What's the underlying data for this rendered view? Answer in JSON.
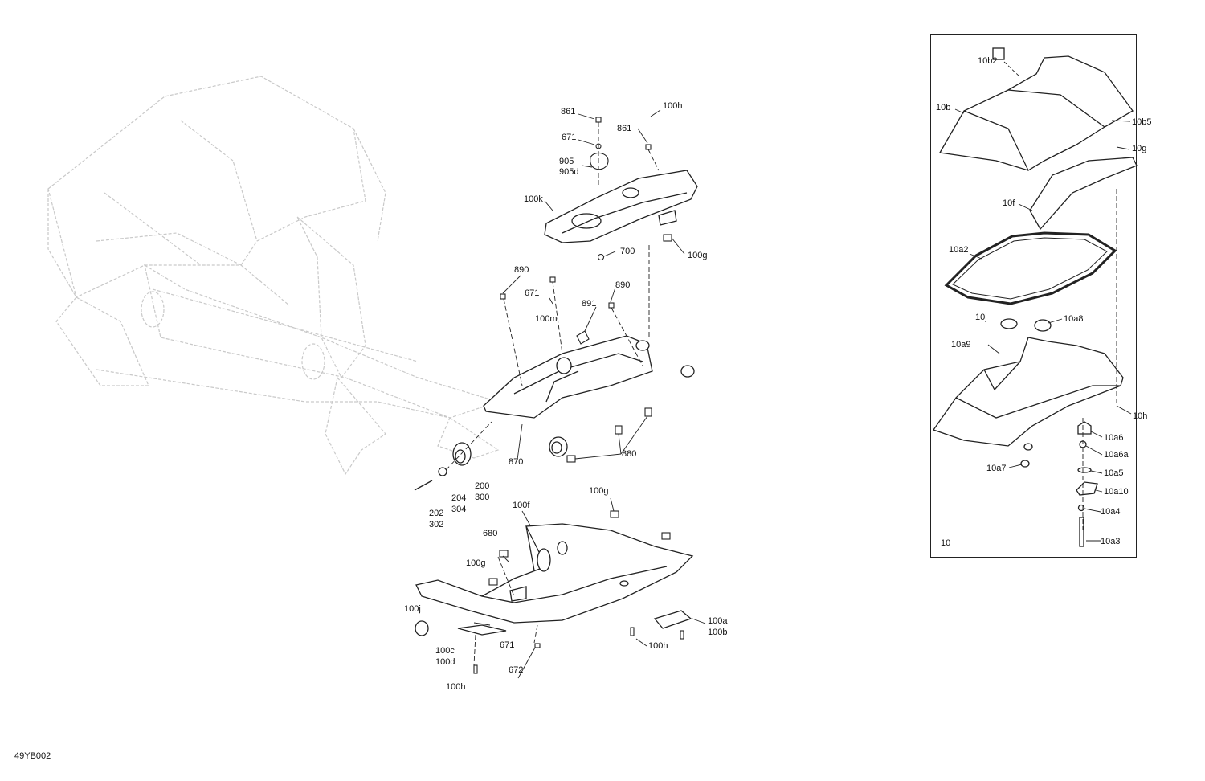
{
  "drawing_code": "49YB002",
  "inset_id": "10",
  "labels": {
    "l861a": "861",
    "l100h_top": "100h",
    "l861b": "861",
    "l671_top": "671",
    "l905": "905",
    "l905d": "905d",
    "l100k": "100k",
    "l700": "700",
    "l100g_top": "100g",
    "l890a": "890",
    "l671_mid": "671",
    "l890b": "890",
    "l891": "891",
    "l100m": "100m",
    "l870": "870",
    "l880": "880",
    "l200": "200",
    "l300": "300",
    "l204": "204",
    "l304": "304",
    "l202": "202",
    "l302": "302",
    "l100g_bot": "100g",
    "l100f": "100f",
    "l680": "680",
    "l100g_left": "100g",
    "l100j": "100j",
    "l100c": "100c",
    "l100d": "100d",
    "l671_bot": "671",
    "l672": "672",
    "l100h_bot": "100h",
    "l100h_mid": "100h",
    "l100a": "100a",
    "l100b": "100b",
    "i10b2": "10b2",
    "i10b": "10b",
    "i10b5": "10b5",
    "i10g": "10g",
    "i10f": "10f",
    "i10a2": "10a2",
    "i10j": "10j",
    "i10a8": "10a8",
    "i10a9": "10a9",
    "i10h": "10h",
    "i10a6": "10a6",
    "i10a6a": "10a6a",
    "i10a7": "10a7",
    "i10a5": "10a5",
    "i10a10": "10a10",
    "i10a4": "10a4",
    "i10a3": "10a3"
  }
}
